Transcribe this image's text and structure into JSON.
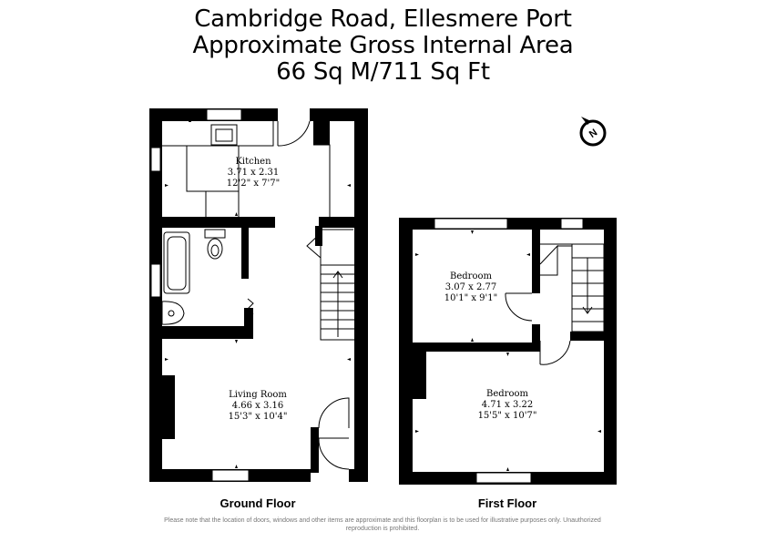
{
  "title": {
    "line1": "Cambridge Road, Ellesmere Port",
    "line2": "Approximate Gross Internal Area",
    "line3": "66 Sq M/711 Sq Ft"
  },
  "floors": [
    {
      "name": "Ground Floor",
      "rooms": [
        {
          "name": "Kitchen",
          "metric": "3.71 x 2.31",
          "imperial": "12'2\" x 7'7\""
        },
        {
          "name": "Living Room",
          "metric": "4.66 x 3.16",
          "imperial": "15'3\" x 10'4\""
        }
      ]
    },
    {
      "name": "First Floor",
      "rooms": [
        {
          "name": "Bedroom",
          "metric": "3.07 x 2.77",
          "imperial": "10'1\" x 9'1\""
        },
        {
          "name": "Bedroom",
          "metric": "4.71 x 3.22",
          "imperial": "15'5\" x 10'7\""
        }
      ]
    }
  ],
  "compass": {
    "label": "N",
    "icon": "north-compass-icon"
  },
  "disclaimer": "Please note that the location of doors, windows and other items are approximate and this floorplan is to be used for illustrative purposes only. Unauthorized reproduction is prohibited."
}
